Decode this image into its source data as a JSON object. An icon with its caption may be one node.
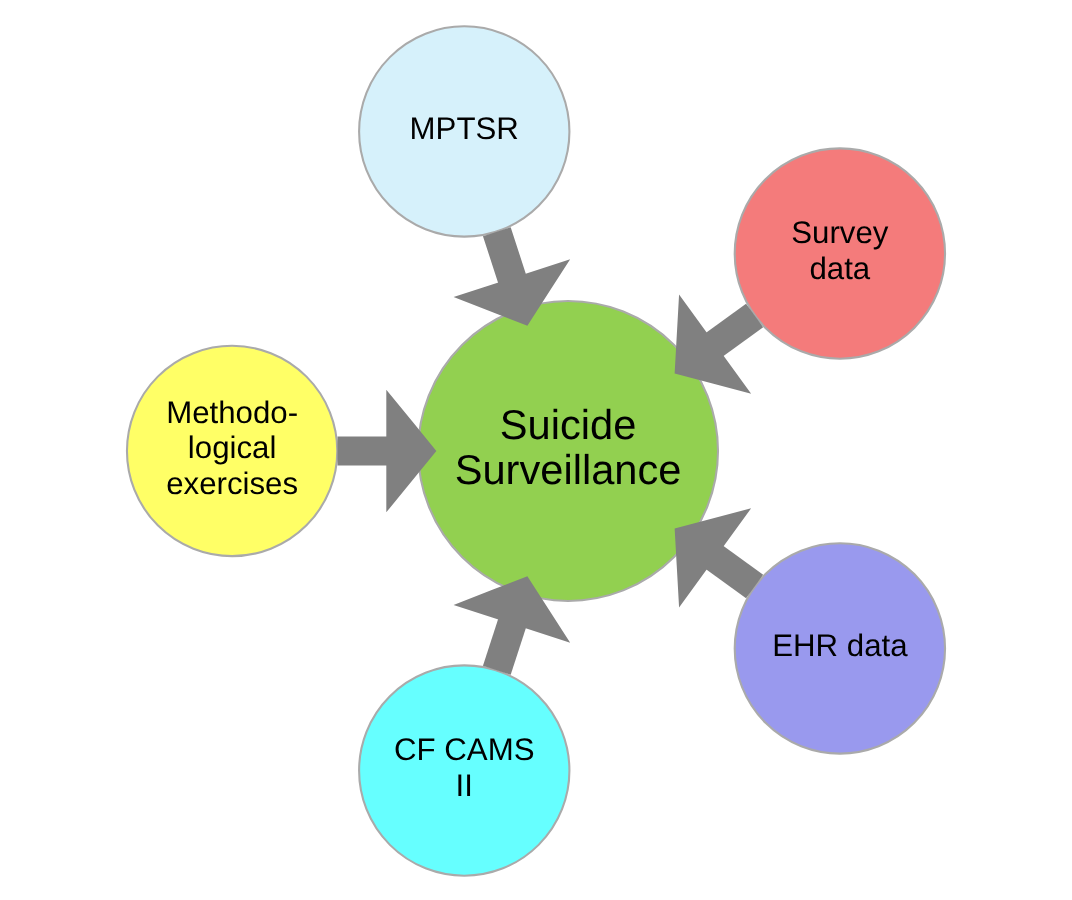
{
  "diagram": {
    "nodes": [
      {
        "text": [
          "Survey data"
        ]
      },
      {
        "text": [
          "MPTSR"
        ]
      },
      {
        "text": [
          "Methodo-logical exercises"
        ]
      },
      {
        "text": [
          "Suicide Surveillance"
        ]
      },
      {
        "text": [
          "CF CAMS II"
        ]
      },
      {
        "text": [
          "EHR data"
        ]
      }
    ],
    "edges": [
      {
        "from": 0,
        "to": 3,
        "arrow": "to"
      },
      {
        "from": 1,
        "to": 3,
        "arrow": "to"
      },
      {
        "from": 2,
        "to": 3,
        "arrow": "to"
      },
      {
        "from": 4,
        "to": 3,
        "arrow": "to"
      },
      {
        "from": 5,
        "to": 3,
        "arrow": "to"
      }
    ]
  }
}
